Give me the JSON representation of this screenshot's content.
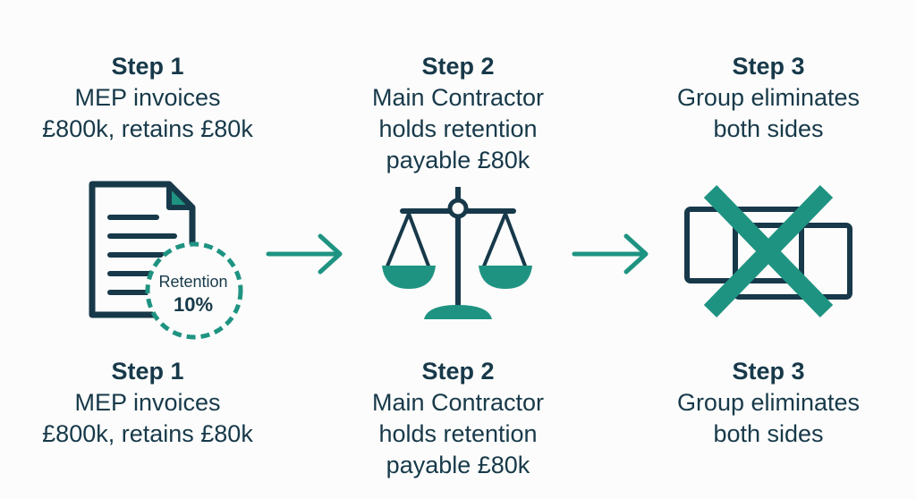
{
  "colors": {
    "navy": "#17394a",
    "teal": "#1f9382",
    "background": "#fbfcfb"
  },
  "top": [
    {
      "title": "Step 1",
      "lines": [
        "MEP invoices",
        "£800k, retains £80k"
      ]
    },
    {
      "title": "Step 2",
      "lines": [
        "Main Contractor",
        "holds retention",
        "payable £80k"
      ]
    },
    {
      "title": "Step 3",
      "lines": [
        "Group eliminates",
        "both sides"
      ]
    }
  ],
  "bottom": [
    {
      "title": "Step 1",
      "lines": [
        "MEP invoices",
        "£800k, retains £80k"
      ]
    },
    {
      "title": "Step 2",
      "lines": [
        "Main Contractor",
        "holds retention",
        "payable £80k"
      ]
    },
    {
      "title": "Step 3",
      "lines": [
        "Group eliminates",
        "both sides"
      ]
    }
  ],
  "badge": {
    "label": "Retention",
    "value": "10%"
  },
  "icons": [
    "invoice-document-icon",
    "arrow-right-icon",
    "balance-scale-icon",
    "arrow-right-icon",
    "elimination-cross-icon"
  ]
}
